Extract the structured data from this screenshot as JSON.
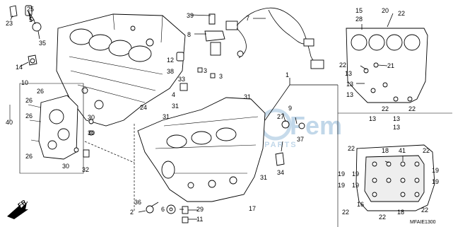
{
  "diagram_code": "MFAIE1300",
  "front_marker": "FR.",
  "watermark": {
    "brand": "Fem",
    "subtitle": "SPARE PARTS"
  },
  "callouts": {
    "c23": "23",
    "c25": "25",
    "c5": "5",
    "c35": "35",
    "c14": "14",
    "c10": "10",
    "c26a": "26",
    "c26b": "26",
    "c26c": "26",
    "c40": "40",
    "c30a": "30",
    "c30b": "30",
    "c30c": "30",
    "c26d": "26",
    "c32": "32",
    "c39": "39",
    "c8": "8",
    "c7": "7",
    "c12": "12",
    "c38": "38",
    "c33": "33",
    "c3a": "3",
    "c3b": "3",
    "c4": "4",
    "c31a": "31",
    "c31b": "31",
    "c31c": "31",
    "c31d": "31",
    "c24": "24",
    "c1": "1",
    "c9": "9",
    "c27": "27",
    "c37": "37",
    "c34": "34",
    "c17": "17",
    "c36": "36",
    "c2": "2",
    "c6": "6",
    "c29": "29",
    "c11": "11",
    "c15": "15",
    "c28": "28",
    "c20": "20",
    "c22a": "22",
    "c22b": "22",
    "c21": "21",
    "c13a": "13",
    "c13b": "13",
    "c13c": "13",
    "c13d": "13",
    "c13e": "13",
    "c13f": "13",
    "c22c": "22",
    "c22d": "22",
    "c22e": "22",
    "c18a": "18",
    "c41": "41",
    "c22f": "22",
    "c19a": "19",
    "c19b": "19",
    "c19c": "19",
    "c19d": "19",
    "c19e": "19",
    "c19f": "19",
    "c22g": "22",
    "c16": "16",
    "c18b": "18",
    "c22h": "22",
    "c22i": "22"
  }
}
